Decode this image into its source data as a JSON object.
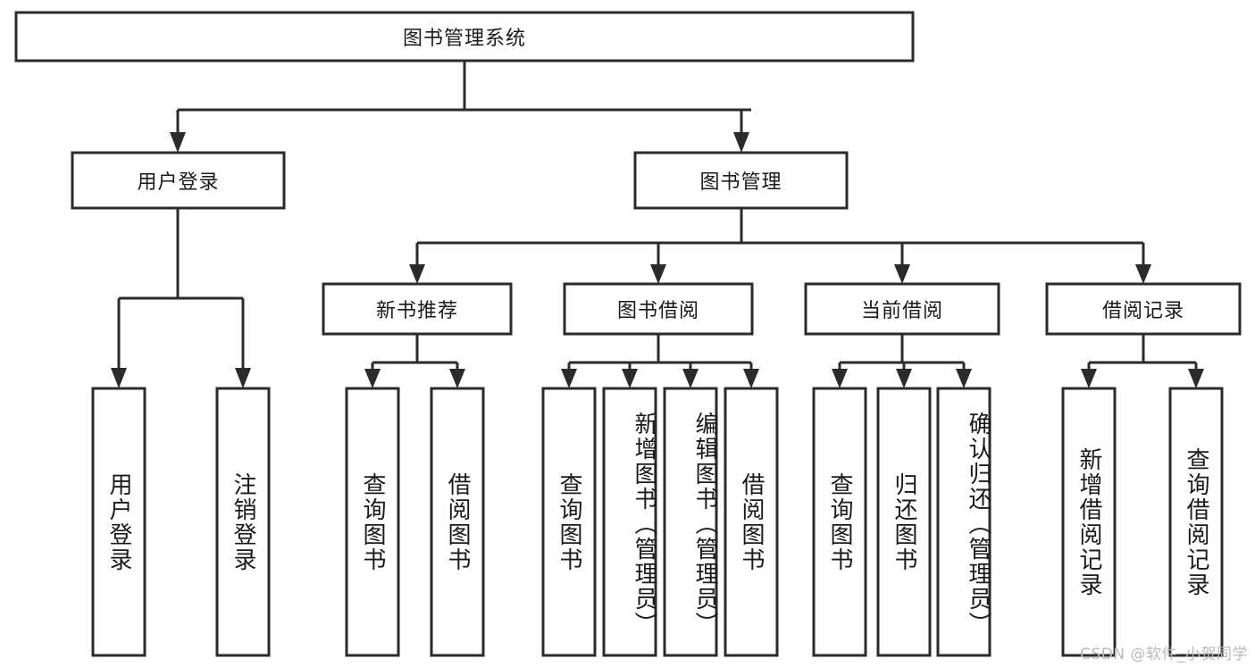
{
  "diagram": {
    "title": "图书管理系统",
    "type": "tree-hierarchy",
    "watermark": "CSDN @软件_小贺同学",
    "colors": {
      "stroke": "#2b2b2b",
      "fill": "#ffffff",
      "text": "#1a1a1a",
      "watermark": "#b9b9b9",
      "background": "#ffffff"
    },
    "nodes": {
      "root": "图书管理系统",
      "level2": {
        "user_login": "用户登录",
        "book_manage": "图书管理"
      },
      "level3": {
        "new_book_rec": "新书推荐",
        "book_borrow": "图书借阅",
        "current_borrow": "当前借阅",
        "borrow_record": "借阅记录"
      },
      "leaves": {
        "user_login_1": "用户登录",
        "user_login_2": "注销登录",
        "new_book_rec_1": "查询图书",
        "new_book_rec_2": "借阅图书",
        "book_borrow_1": "查询图书",
        "book_borrow_2": "新增图书（管理员）",
        "book_borrow_3": "编辑图书（管理员）",
        "book_borrow_4": "借阅图书",
        "current_borrow_1": "查询图书",
        "current_borrow_2": "归还图书",
        "current_borrow_3": "确认归还（管理员）",
        "borrow_record_1": "新增借阅记录",
        "borrow_record_2": "查询借阅记录"
      }
    },
    "edges": [
      {
        "from": "图书管理系统",
        "to": "用户登录"
      },
      {
        "from": "图书管理系统",
        "to": "图书管理"
      },
      {
        "from": "用户登录",
        "to": "用户登录"
      },
      {
        "from": "用户登录",
        "to": "注销登录"
      },
      {
        "from": "图书管理",
        "to": "新书推荐"
      },
      {
        "from": "图书管理",
        "to": "图书借阅"
      },
      {
        "from": "图书管理",
        "to": "当前借阅"
      },
      {
        "from": "图书管理",
        "to": "借阅记录"
      },
      {
        "from": "新书推荐",
        "to": "查询图书"
      },
      {
        "from": "新书推荐",
        "to": "借阅图书"
      },
      {
        "from": "图书借阅",
        "to": "查询图书"
      },
      {
        "from": "图书借阅",
        "to": "新增图书（管理员）"
      },
      {
        "from": "图书借阅",
        "to": "编辑图书（管理员）"
      },
      {
        "from": "图书借阅",
        "to": "借阅图书"
      },
      {
        "from": "当前借阅",
        "to": "查询图书"
      },
      {
        "from": "当前借阅",
        "to": "归还图书"
      },
      {
        "from": "当前借阅",
        "to": "确认归还（管理员）"
      },
      {
        "from": "借阅记录",
        "to": "新增借阅记录"
      },
      {
        "from": "借阅记录",
        "to": "查询借阅记录"
      }
    ]
  }
}
